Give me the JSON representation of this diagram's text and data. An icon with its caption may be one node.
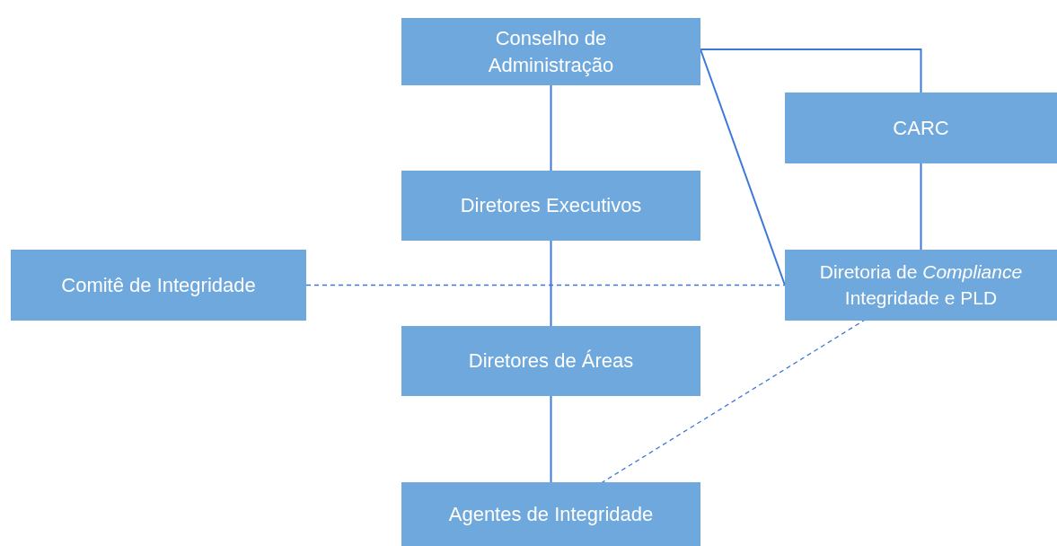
{
  "diagram": {
    "nodes": [
      {
        "text": [
          "Conselho de Administração"
        ]
      },
      {
        "text": [
          "Diretores Executivos"
        ]
      },
      {
        "text": [
          "CARC"
        ]
      },
      {
        "text": [
          "Comitê de Integridade"
        ]
      },
      {
        "text": [
          "Diretoria de *Compliance* Integridade e PLD"
        ]
      },
      {
        "text": [
          "Diretores de Áreas"
        ]
      },
      {
        "text": [
          "Agentes de Integridade"
        ]
      }
    ],
    "edges": [
      {
        "from": 0,
        "to": 1,
        "arrow": "none"
      },
      {
        "from": 1,
        "to": 5,
        "arrow": "none"
      },
      {
        "from": 5,
        "to": 6,
        "arrow": "none"
      },
      {
        "from": 0,
        "to": 2,
        "arrow": "none"
      },
      {
        "from": 0,
        "to": 4,
        "arrow": "none"
      },
      {
        "from": 2,
        "to": 4,
        "arrow": "none"
      },
      {
        "from": 3,
        "to": 4,
        "arrow": "none",
        "style": "dashed"
      },
      {
        "from": 4,
        "to": 6,
        "arrow": "none",
        "style": "dashed"
      }
    ]
  }
}
